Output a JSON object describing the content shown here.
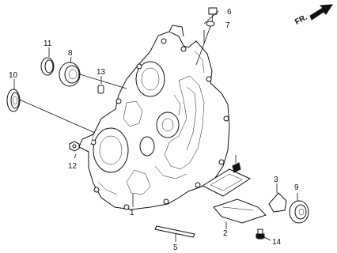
{
  "diagram": {
    "direction_label": "FR.",
    "callouts": [
      {
        "id": "c1",
        "text": "1"
      },
      {
        "id": "c2",
        "text": "2"
      },
      {
        "id": "c3",
        "text": "3"
      },
      {
        "id": "c5",
        "text": "5"
      },
      {
        "id": "c6",
        "text": "6"
      },
      {
        "id": "c7",
        "text": "7"
      },
      {
        "id": "c8",
        "text": "8"
      },
      {
        "id": "c9",
        "text": "9"
      },
      {
        "id": "c10",
        "text": "10"
      },
      {
        "id": "c11",
        "text": "11"
      },
      {
        "id": "c12",
        "text": "12"
      },
      {
        "id": "c13",
        "text": "13"
      },
      {
        "id": "c14",
        "text": "14"
      }
    ]
  }
}
